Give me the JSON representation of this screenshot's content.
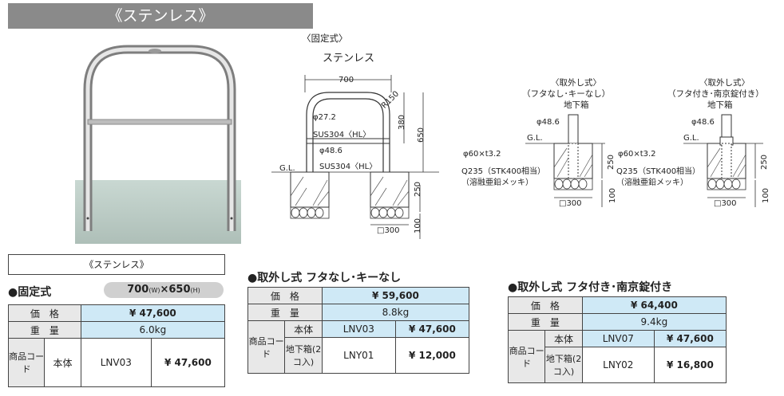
{
  "banner": "《ステンレス》",
  "fixed_diagram": {
    "title": "〈固定式〉",
    "material": "ステンレス",
    "width_dim": "700",
    "radius": "R150",
    "pipe_small": "φ27.2",
    "pipe_small_material": "SUS304〈HL〉",
    "pipe_large": "φ48.6",
    "pipe_large_material": "SUS304〈HL〉",
    "dim_380": "380",
    "dim_650": "650",
    "dim_250": "250",
    "dim_100": "100",
    "base": "□300",
    "gl": "G.L."
  },
  "removable_a_diagram": {
    "title1": "〈取外し式〉",
    "title2": "（フタなし･キーなし）",
    "title3": "地下箱",
    "pipe": "φ48.6",
    "gl": "G.L.",
    "sleeve": "φ60×t3.2",
    "sleeve_mat1": "Q235（STK400相当）",
    "sleeve_mat2": "（溶融亜鉛メッキ）",
    "dim_250": "250",
    "dim_100": "100",
    "base": "□300"
  },
  "removable_b_diagram": {
    "title1": "〈取外し式〉",
    "title2": "（フタ付き･南京錠付き）",
    "title3": "地下箱",
    "pipe": "φ48.6",
    "gl": "G.L.",
    "sleeve": "φ60×t3.2",
    "sleeve_mat1": "Q235（STK400相当）",
    "sleeve_mat2": "（溶融亜鉛メッキ）",
    "dim_250": "250",
    "dim_100": "100",
    "base": "□300"
  },
  "table_fixed": {
    "subtitle": "《ステンレス》",
    "heading": "●固定式",
    "size": "700",
    "size_w": "(W)",
    "size_x": "×",
    "size_h_val": "650",
    "size_h": "(H)",
    "price_label": "価　格",
    "price": "¥ 47,600",
    "weight_label": "重　量",
    "weight": "6.0kg",
    "code_label": "商品コード",
    "body_label": "本体",
    "body_code": "LNV03",
    "body_price": "¥ 47,600"
  },
  "table_removable_a": {
    "heading": "●取外し式 フタなし･キーなし",
    "price_label": "価　格",
    "price": "¥ 59,600",
    "weight_label": "重　量",
    "weight": "8.8kg",
    "code_label": "商品コード",
    "body_label": "本体",
    "body_code": "LNV03",
    "body_price": "¥ 47,600",
    "box_label": "地下箱(2コ入)",
    "box_code": "LNY01",
    "box_price": "¥ 12,000"
  },
  "table_removable_b": {
    "heading": "●取外し式 フタ付き･南京錠付き",
    "price_label": "価　格",
    "price": "¥ 64,400",
    "weight_label": "重　量",
    "weight": "9.4kg",
    "code_label": "商品コード",
    "body_label": "本体",
    "body_code": "LNV07",
    "body_price": "¥ 47,600",
    "box_label": "地下箱(2コ入)",
    "box_code": "LNY02",
    "box_price": "¥ 16,800"
  }
}
